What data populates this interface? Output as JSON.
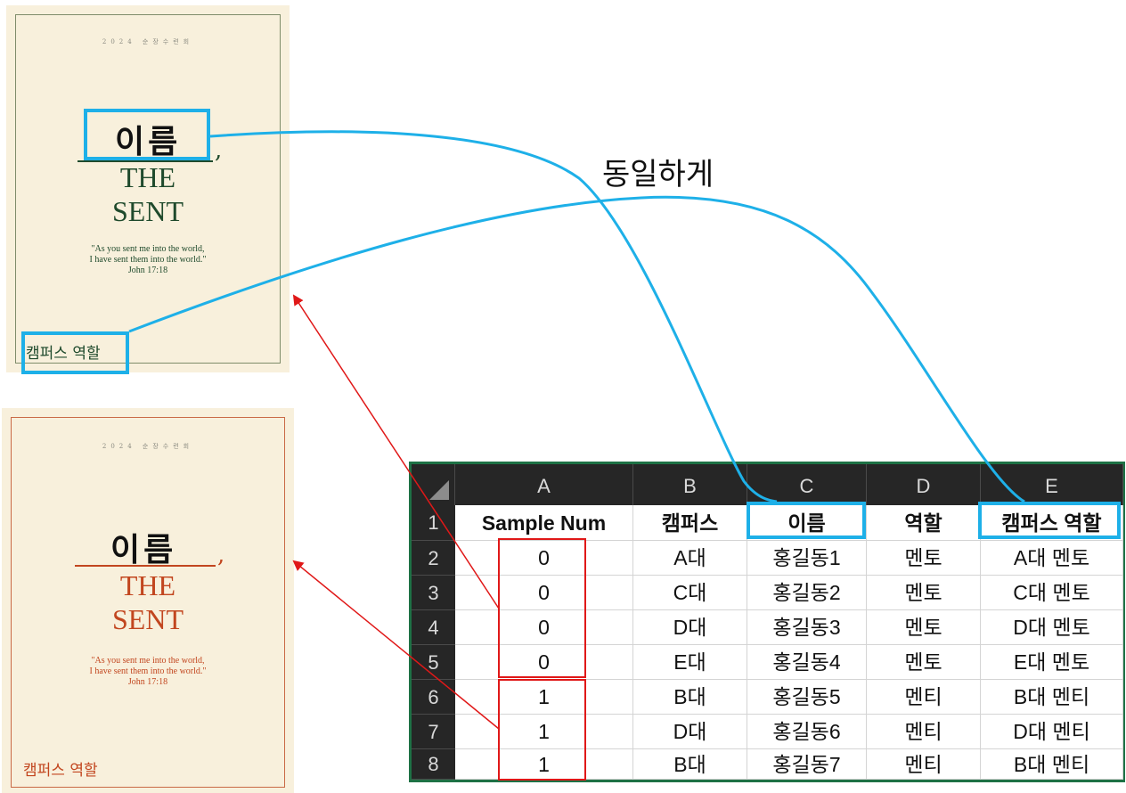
{
  "cards": [
    {
      "event": "2024 순장수련회",
      "name": "이름",
      "title_line1": "THE",
      "title_line2": "SENT",
      "quote_line1": "\"As you sent me into the world,",
      "quote_line2": "I have sent them into the world.\"",
      "quote_ref": "John 17:18",
      "role": "캠퍼스 역할",
      "accent_color": "#1f4a2c",
      "variant": "Sample Num 0"
    },
    {
      "event": "2024 순장수련회",
      "name": "이름",
      "title_line1": "THE",
      "title_line2": "SENT",
      "quote_line1": "\"As you sent me into the world,",
      "quote_line2": "I have sent them into the world.\"",
      "quote_ref": "John 17:18",
      "role": "캠퍼스 역할",
      "accent_color": "#c2461f",
      "variant": "Sample Num 1"
    }
  ],
  "annotation": {
    "same_label": "동일하게"
  },
  "colors": {
    "highlight": "#1eb0e8",
    "arrow": "#e01818",
    "sheet_border": "#1e7145"
  },
  "sheet": {
    "columns": [
      "A",
      "B",
      "C",
      "D",
      "E"
    ],
    "row_numbers": [
      "1",
      "2",
      "3",
      "4",
      "5",
      "6",
      "7",
      "8"
    ],
    "header": [
      "Sample Num",
      "캠퍼스",
      "이름",
      "역할",
      "캠퍼스 역할"
    ],
    "rows": [
      [
        "0",
        "A대",
        "홍길동1",
        "멘토",
        "A대 멘토"
      ],
      [
        "0",
        "C대",
        "홍길동2",
        "멘토",
        "C대 멘토"
      ],
      [
        "0",
        "D대",
        "홍길동3",
        "멘토",
        "D대 멘토"
      ],
      [
        "0",
        "E대",
        "홍길동4",
        "멘토",
        "E대 멘토"
      ],
      [
        "1",
        "B대",
        "홍길동5",
        "멘티",
        "B대 멘티"
      ],
      [
        "1",
        "D대",
        "홍길동6",
        "멘티",
        "D대 멘티"
      ],
      [
        "1",
        "B대",
        "홍길동7",
        "멘티",
        "B대 멘티"
      ]
    ]
  }
}
